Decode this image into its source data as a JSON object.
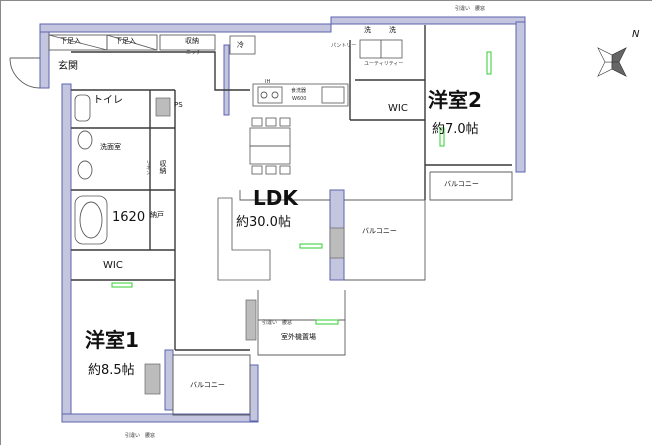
{
  "rooms": {
    "genkan": "玄関",
    "shoes_left": "下足入",
    "shoes_right": "下足入",
    "storage_top": "収納",
    "toilet": "トイレ",
    "ps": "PS",
    "washroom": "洗面室",
    "linen": "リネン",
    "storage_mid": "収納",
    "bath": "1620",
    "nando": "納戸",
    "wic_left": "WIC",
    "bedroom1_name": "洋室1",
    "bedroom1_size": "約8.5帖",
    "balcony_bottom": "バルコニー",
    "outdoor_unit": "室外機置場",
    "ldk_name": "LDK",
    "ldk_size": "約30.0帖",
    "balcony_mid": "バルコニー",
    "balcony_right": "バルコニー",
    "pantry": "パントリー",
    "utility": "ユーティリティー",
    "wash1": "洗",
    "wash2": "洗",
    "wic_right": "WIC",
    "bedroom2_name": "洋室2",
    "bedroom2_size": "約7.0帖",
    "fridge": "冷",
    "ih": "IH",
    "dishwasher": "食洗器",
    "dishwasher_size": "W600",
    "niche": "ニッチ",
    "small_note": "引違い　腰窓"
  },
  "compass": {
    "direction": "N"
  }
}
